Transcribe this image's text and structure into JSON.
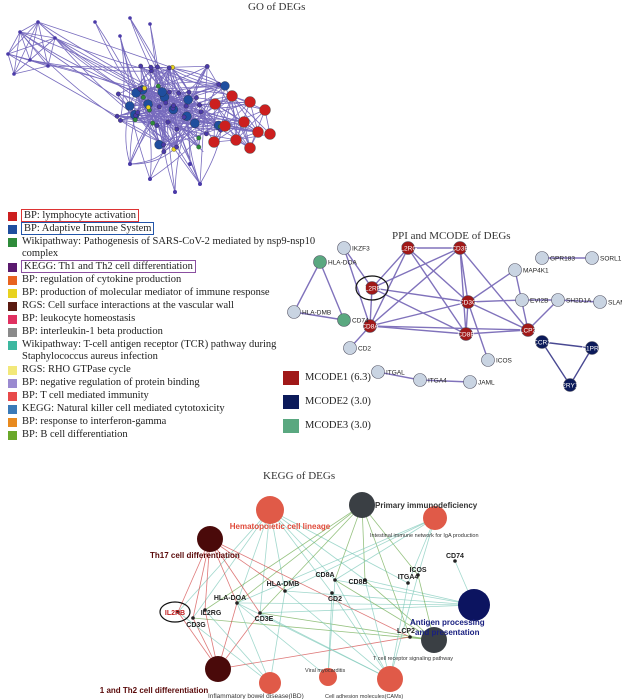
{
  "go": {
    "title": "GO of DEGs",
    "legend": [
      {
        "label": "BP: lymphocyte activation",
        "color": "#cc1f1f",
        "box": "red"
      },
      {
        "label": "BP: Adaptive Immune System",
        "color": "#1f4e9e",
        "box": "blue"
      },
      {
        "label": "Wikipathway: Pathogenesis of SARS-CoV-2 mediated by nsp9-nsp10 complex",
        "color": "#2e8b3a",
        "box": ""
      },
      {
        "label": "KEGG: Th1 and Th2 cell differentiation",
        "color": "#5a1a6e",
        "box": "purple"
      },
      {
        "label": "BP: regulation of cytokine production",
        "color": "#e8631f",
        "box": ""
      },
      {
        "label": "BP: production of molecular mediator of immune response",
        "color": "#e8d21f",
        "box": ""
      },
      {
        "label": "RGS: Cell surface interactions at the vascular wall",
        "color": "#5a1a10",
        "box": ""
      },
      {
        "label": "BP: leukocyte homeostasis",
        "color": "#e03060",
        "box": ""
      },
      {
        "label": "BP: interleukin-1 beta production",
        "color": "#8a8a8a",
        "box": ""
      },
      {
        "label": "Wikipathway: T-cell antigen receptor (TCR) pathway during Staphylococcus aureus infection",
        "color": "#3cb8a0",
        "box": ""
      },
      {
        "label": "RGS: RHO GTPase cycle",
        "color": "#f2e87a",
        "box": ""
      },
      {
        "label": "BP: negative regulation of protein binding",
        "color": "#9a8ad0",
        "box": ""
      },
      {
        "label": "BP: T cell mediated immunity",
        "color": "#e84a4a",
        "box": ""
      },
      {
        "label": "KEGG: Natural killer cell mediated cytotoxicity",
        "color": "#3a7ab8",
        "box": ""
      },
      {
        "label": "BP: response to interferon-gamma",
        "color": "#e88a1f",
        "box": ""
      },
      {
        "label": "BP: B cell differentiation",
        "color": "#6aa82a",
        "box": ""
      }
    ]
  },
  "ppi": {
    "title": "PPI and MCODE of DEGs",
    "genes": {
      "ikzf3": "IKZF3",
      "il2rg": "IL2RG",
      "cd3e": "CD3E",
      "il2rb": "IL2RB",
      "cd3g": "CD3G",
      "cd8a": "CD8A",
      "cd8b": "CD8B",
      "lcp2": "LCP2",
      "hla_doa": "HLA-DOA",
      "hla_dmb": "HLA-DMB",
      "cd74": "CD74",
      "map4k1": "MAP4K1",
      "gpr183": "GPR183",
      "sorl1": "SORL1",
      "evi2b": "EVI2B",
      "sh2d1a": "SH2D1A",
      "slamf6": "SLAMF6",
      "ccr2": "CCR2",
      "s1pr2": "S1PR2",
      "p2ry13": "P2RY13",
      "cd2": "CD2",
      "icos": "ICOS",
      "itgal": "ITGAL",
      "itga4": "ITGA4",
      "jaml": "JAML"
    },
    "mcode": [
      {
        "label": "MCODE1 (6.3)",
        "color": "#a01818"
      },
      {
        "label": "MCODE2 (3.0)",
        "color": "#0b1a5a"
      },
      {
        "label": "MCODE3 (3.0)",
        "color": "#5aa880"
      }
    ]
  },
  "kegg": {
    "title": "KEGG of DEGs",
    "terms": {
      "hematopoietic": "Hematopoietic cell lineage",
      "primary": "Primary immunodeficiency",
      "intestinal": "Intestinal immune network for IgA production",
      "th17": "Th17 cell differentiation",
      "antigen1": "Antigen processing",
      "antigen2": "and presentation",
      "tcr": "T cell receptor signaling pathway",
      "th1th2": "Th1 and Th2 cell differentiation",
      "ibd": "Inflammatory bowel disease(IBD)",
      "viral": "Viral myocarditis",
      "cams": "Cell adhesion molecules(CAMs)"
    },
    "genes": {
      "cd74": "CD74",
      "icos": "ICOS",
      "itga4": "ITGA4",
      "cd8a": "CD8A",
      "cd8b": "CD8B",
      "hla_dmb": "HLA-DMB",
      "hla_doa": "HLA-DOA",
      "cd3e": "CD3E",
      "cd2": "CD2",
      "il2rb": "IL2RB",
      "il2rg": "IL2RG",
      "cd3g": "CD3G",
      "lcp2": "LCP2"
    }
  }
}
